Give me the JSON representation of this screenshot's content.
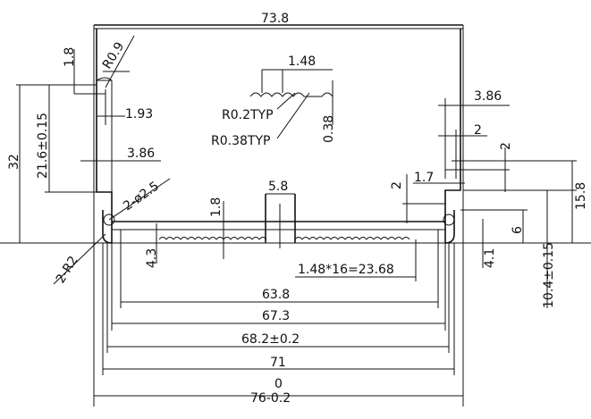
{
  "dimensions": {
    "top_width": "73.8",
    "d1_8_top": "1.8",
    "r0_9": "R0.9",
    "d1_48_top": "1.48",
    "r0_2typ": "R0.2TYP",
    "r0_38typ": "R0.38TYP",
    "d0_38": "0.38",
    "d1_93": "1.93",
    "d3_86_left": "3.86",
    "d3_86_right": "3.86",
    "d2_right_a": "2",
    "d2_right_b": "2",
    "d1_7": "1.7",
    "d2_right_c": "2",
    "d15_8": "15.8",
    "d32": "32",
    "d21_6": "21.6±0.15",
    "d2_phi2_5": "2-ø2.5",
    "d1_8_mid": "1.8",
    "d5_8": "5.8",
    "d6": "6",
    "d4_1": "4.1",
    "d10_4": "10.4±0.15",
    "d2_r2": "2-R2",
    "d4_3": "4.3",
    "d_teeth": "1.48*16=23.68",
    "d63_8": "63.8",
    "d67_3": "67.3",
    "d68_2": "68.2±0.2",
    "d71": "71",
    "d0": "0",
    "d76": "76-0.2"
  }
}
